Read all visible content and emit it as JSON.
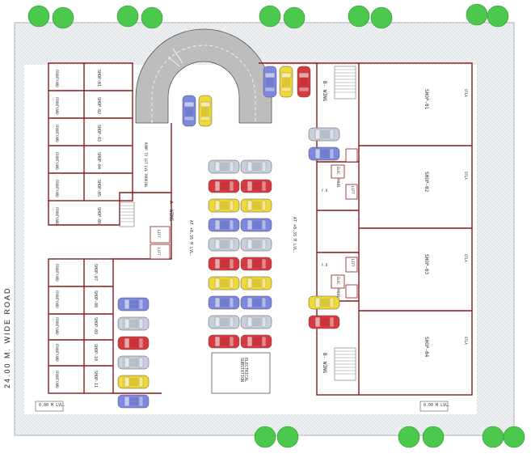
{
  "road_label": "24.00 M. WIDE ROAD",
  "ramp_label": "RAMP TO 1ST LVL PARKING",
  "wing_a": "A- WING",
  "wing_b": "B- WING",
  "level_left": "AT +0.35 M LVL.",
  "level_right": "AT +0.35 M LVL.",
  "ground_level": "0.00 M LVL.",
  "substation": "ELECTRICAL SUBSTATION",
  "lift": "LIFT",
  "elec": "ELEC. PANEL",
  "fd": "F.D",
  "frontyard": "FRONTYARD",
  "otla": "OTLA",
  "left_shops": [
    "SHOP-01",
    "SHOP-02",
    "SHOP-03",
    "SHOP-04",
    "SHOP-05",
    "SHOP-06"
  ],
  "left_shops_lower": [
    "SHOP-07",
    "SHOP-08",
    "SHOP-09",
    "SHOP-10",
    "SHOP-11"
  ],
  "right_shops": [
    "SHOP-01",
    "SHOP-02",
    "SHOP-03",
    "SHOP-04"
  ],
  "colors": {
    "wall": "#8b1a1a",
    "paving": "#e7ecef",
    "tree": "#4cc94c",
    "car_red": "#d9383f",
    "car_yellow": "#efd93a",
    "car_blue": "#7d88e0",
    "car_grey": "#c7cfdc",
    "ramp": "#b9b9b9"
  }
}
